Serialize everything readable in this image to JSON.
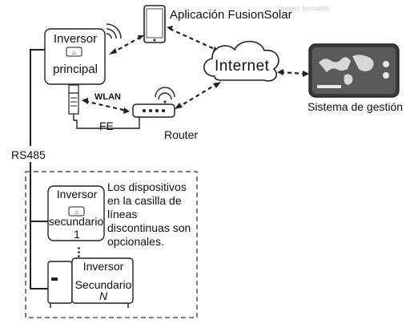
{
  "watermark": "Imagen ilustrativa",
  "labels": {
    "app": "Aplicación FusionSolar",
    "internet": "Internet",
    "management": "Sistema de gestión",
    "router": "Router",
    "wlan": "WLAN",
    "fe": "FE",
    "rs485": "RS485",
    "main_inverter_line1": "Inversor",
    "main_inverter_line2": "principal",
    "slave1_line1": "Inversor",
    "slave1_line2": "secundario",
    "slave1_line3": "1",
    "slave2_line1": "Inversor",
    "slave2_line2": "Secundario",
    "slave2_line3": "N",
    "ellipsis": "⋮",
    "note": "Los dispositivos en la casilla de líneas discontinuas son opcionales."
  },
  "colors": {
    "line": "#222222",
    "dash_box": "#555555",
    "device_fill": "#ffffff",
    "panel_dark": "#3a3a3a"
  },
  "icons": {
    "phone": "smartphone-icon",
    "cloud": "cloud-icon",
    "monitor": "monitor-icon",
    "router": "router-icon",
    "wifi": "wifi-icon",
    "dongle": "smart-dongle-icon",
    "inverter": "inverter-icon"
  }
}
